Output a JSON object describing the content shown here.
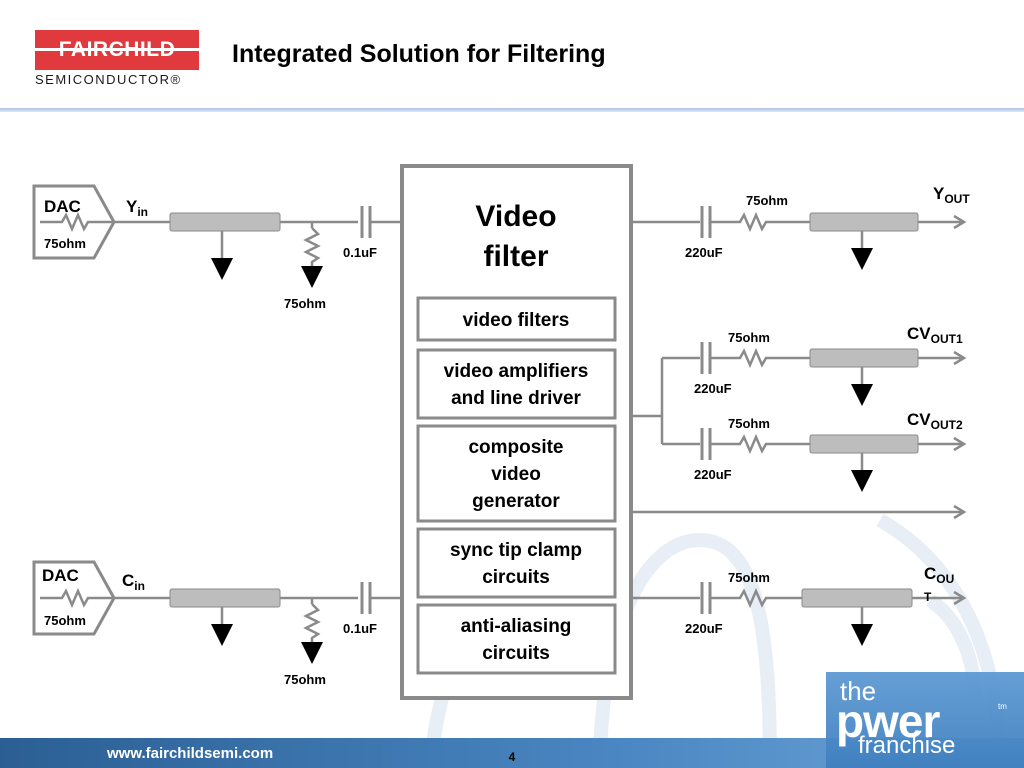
{
  "header": {
    "logo_name": "FAIRCHILD",
    "logo_sub": "SEMICONDUCTOR®",
    "title": "Integrated Solution for Filtering"
  },
  "diagram": {
    "block_title_line1": "Video",
    "block_title_line2": "filter",
    "modules": [
      {
        "lines": [
          "video filters"
        ]
      },
      {
        "lines": [
          "video amplifiers",
          "and line driver"
        ]
      },
      {
        "lines": [
          "composite",
          "video",
          "generator"
        ]
      },
      {
        "lines": [
          "sync tip clamp",
          "circuits"
        ]
      },
      {
        "lines": [
          "anti-aliasing",
          "circuits"
        ]
      }
    ],
    "inputs": {
      "dac_label": "DAC",
      "dac_resistor": "75ohm",
      "y_in_main": "Y",
      "y_in_sub": "in",
      "c_in_main": "C",
      "c_in_sub": "in",
      "coupling_cap": "0.1uF",
      "shunt_resistor": "75ohm"
    },
    "outputs": {
      "series_resistor": "75ohm",
      "output_cap": "220uF",
      "y_out_main": "Y",
      "y_out_sub": "OUT",
      "cv_out1_main": "CV",
      "cv_out1_sub": "OUT1",
      "cv_out2_main": "CV",
      "cv_out2_sub": "OUT2",
      "c_out_main": "C",
      "c_out_sub": "OU",
      "c_out_sub2": "T"
    }
  },
  "footer": {
    "url": "www.fairchildsemi.com",
    "page": "4",
    "brand_the": "the",
    "brand_power": "pwer",
    "brand_tm": "tm",
    "brand_franchise": "franchise"
  },
  "colors": {
    "wire": "#8a8a8a",
    "block_border": "#8a8a8a",
    "cable": "#bdbdbd",
    "ground": "#000000",
    "footer_blue": "#2f6fa9",
    "brand_logo": "#e03a3e"
  }
}
